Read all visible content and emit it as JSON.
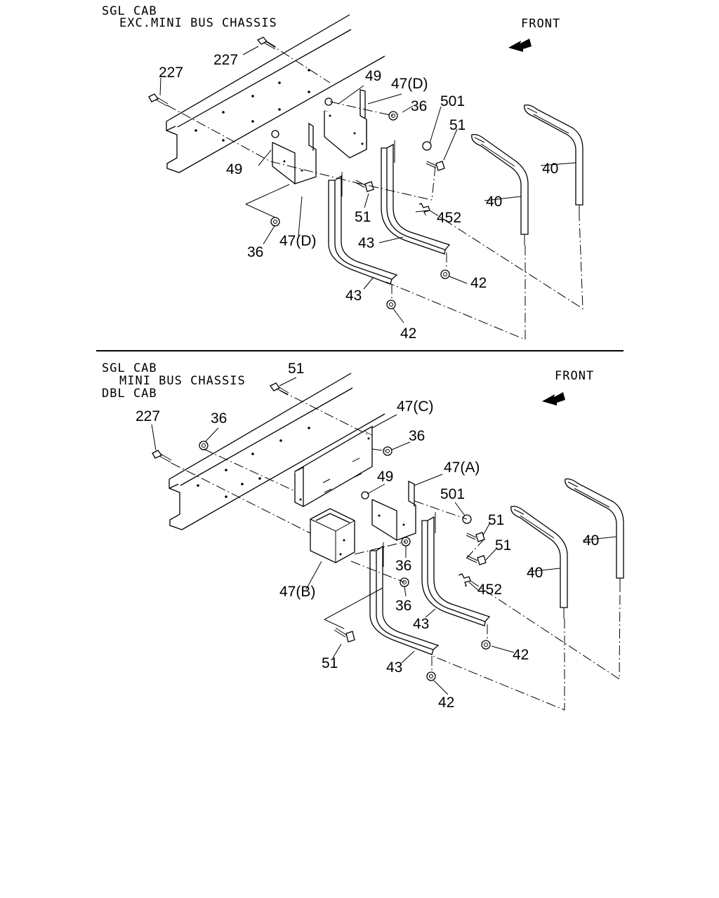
{
  "panels": [
    {
      "caption": [
        "SGL CAB",
        "EXC.MINI BUS CHASSIS"
      ],
      "front_label": "FRONT",
      "callouts": [
        "227",
        "227",
        "49",
        "47(D)",
        "36",
        "501",
        "51",
        "49",
        "40",
        "40",
        "51",
        "452",
        "36",
        "47(D)",
        "43",
        "42",
        "43",
        "42"
      ]
    },
    {
      "caption": [
        "SGL CAB",
        "MINI BUS CHASSIS",
        "DBL CAB"
      ],
      "front_label": "FRONT",
      "callouts": [
        "51",
        "47(C)",
        "227",
        "36",
        "36",
        "49",
        "47(A)",
        "501",
        "51",
        "51",
        "40",
        "40",
        "36",
        "36",
        "452",
        "47(B)",
        "43",
        "42",
        "51",
        "43",
        "42"
      ]
    }
  ],
  "icons": [
    "front-arrow-icon"
  ]
}
